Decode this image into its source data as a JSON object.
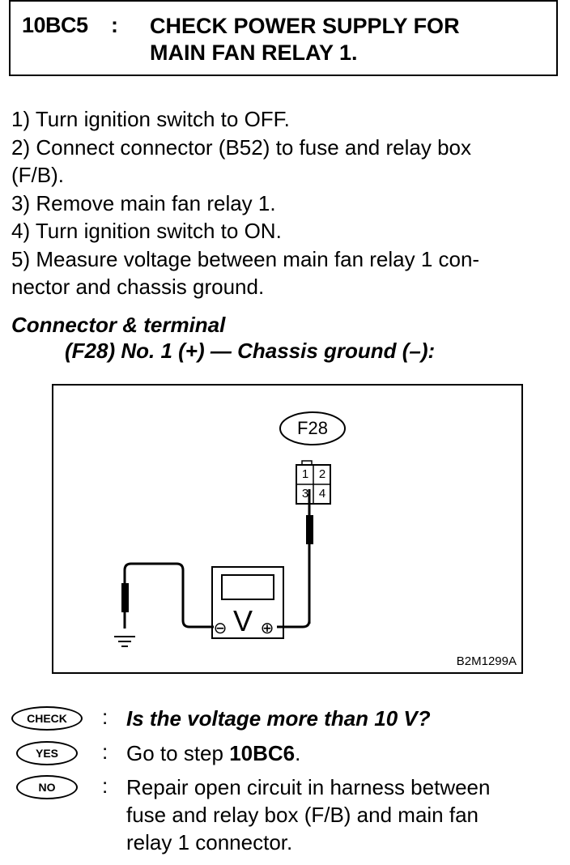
{
  "header": {
    "code": "10BC5",
    "colon": ":",
    "title_line1": "CHECK POWER SUPPLY FOR",
    "title_line2": "MAIN FAN RELAY 1."
  },
  "steps": [
    "1)  Turn ignition switch to OFF.",
    "2)  Connect connector (B52) to fuse and relay box",
    "(F/B).",
    "3)  Remove main fan relay 1.",
    "4)  Turn ignition switch to ON.",
    "5)  Measure voltage between main fan relay 1 con-",
    "nector and chassis ground."
  ],
  "connector_section": {
    "heading": "Connector & terminal",
    "spec": "(F28) No. 1 (+) — Chassis ground (–):"
  },
  "figure": {
    "connector_label": "F28",
    "pins": [
      "1",
      "2",
      "3",
      "4"
    ],
    "meter_symbol": "V",
    "minus_symbol": "⊖",
    "plus_symbol": "⊕",
    "figure_code": "B2M1299A"
  },
  "qa": {
    "check_badge": "CHECK",
    "yes_badge": "YES",
    "no_badge": "NO",
    "colon": ":",
    "question": "Is the voltage more than 10 V?",
    "yes_prefix": "Go to step ",
    "yes_step": "10BC6",
    "yes_suffix": ".",
    "no_line1": "Repair open circuit in harness between",
    "no_line2": "fuse and relay box (F/B) and main fan",
    "no_line3": "relay 1 connector."
  }
}
